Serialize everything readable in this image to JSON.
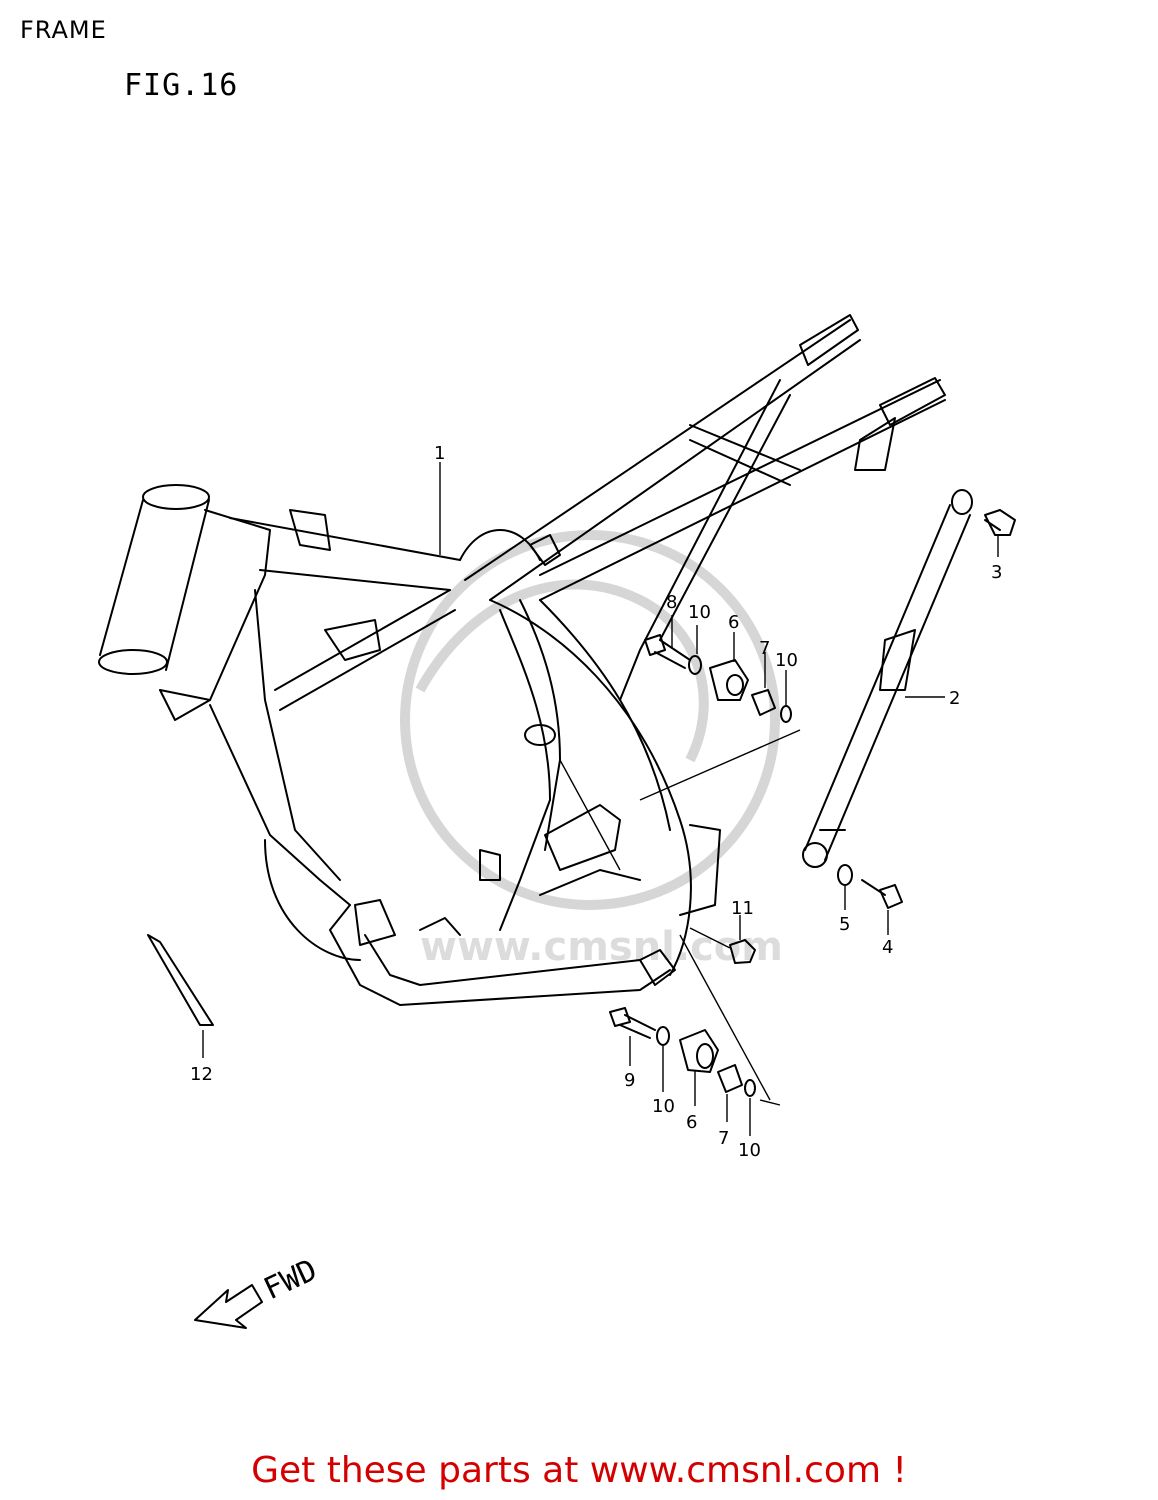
{
  "header": {
    "title": "FRAME"
  },
  "figure": {
    "label": "FIG.16"
  },
  "watermark": {
    "text": "www.cmsnl.com"
  },
  "direction": {
    "label": "FWD"
  },
  "callouts": [
    {
      "n": "1"
    },
    {
      "n": "2"
    },
    {
      "n": "3"
    },
    {
      "n": "4"
    },
    {
      "n": "5"
    },
    {
      "n": "6"
    },
    {
      "n": "7"
    },
    {
      "n": "8"
    },
    {
      "n": "9"
    },
    {
      "n": "10"
    },
    {
      "n": "11"
    },
    {
      "n": "12"
    },
    {
      "n": "6"
    },
    {
      "n": "7"
    },
    {
      "n": "10"
    },
    {
      "n": "10"
    },
    {
      "n": "10"
    }
  ],
  "footer": {
    "text": "Get these parts at www.cmsnl.com !"
  },
  "colors": {
    "footer": "#d40000",
    "lines": "#000000",
    "watermark": "#d6d6d6"
  }
}
